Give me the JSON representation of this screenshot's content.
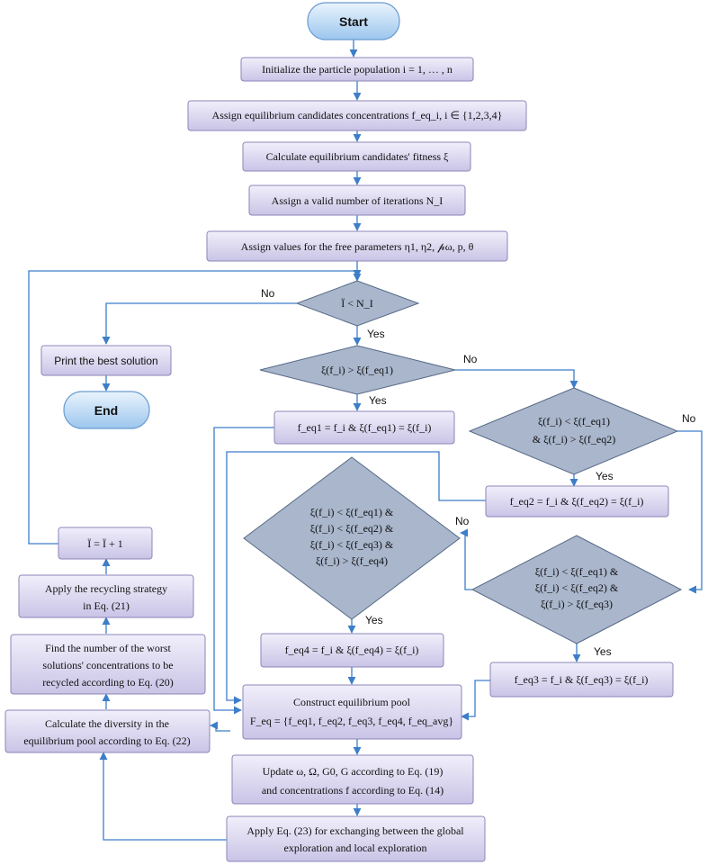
{
  "nodes": {
    "start": "Start",
    "init": "Initialize the particle population i = 1, … , n",
    "assign_conc": "Assign equilibrium candidates concentrations f_eq_i, i ∈ {1,2,3,4}",
    "calc_fitness": "Calculate equilibrium candidates' fitness ξ",
    "assign_iter": "Assign a valid number of iterations N_I",
    "assign_params": "Assign values for the free parameters η1, η2, 𝓅ω, p, θ",
    "cond_iter": "Ï < N_I",
    "print_best": "Print the best solution",
    "end": "End",
    "cond1": "ξ(f_i) > ξ(f_eq1)",
    "set_eq1": "f_eq1 = f_i & ξ(f_eq1) = ξ(f_i)",
    "cond2_l1": "ξ(f_i) < ξ(f_eq1)",
    "cond2_l2": "& ξ(f_i) > ξ(f_eq2)",
    "set_eq2": "f_eq2 = f_i & ξ(f_eq2) = ξ(f_i)",
    "cond4_l1": "ξ(f_i) < ξ(f_eq1) &",
    "cond4_l2": "ξ(f_i) < ξ(f_eq2) &",
    "cond4_l3": "ξ(f_i) < ξ(f_eq3) &",
    "cond4_l4": "ξ(f_i) > ξ(f_eq4)",
    "cond3_l1": "ξ(f_i) < ξ(f_eq1) &",
    "cond3_l2": "ξ(f_i) < ξ(f_eq2) &",
    "cond3_l3": "ξ(f_i) > ξ(f_eq3)",
    "set_eq4": "f_eq4 = f_i & ξ(f_eq4) = ξ(f_i)",
    "set_eq3": "f_eq3 = f_i & ξ(f_eq3) = ξ(f_i)",
    "pool_l1": "Construct equilibrium pool",
    "pool_l2": "F_eq = {f_eq1, f_eq2, f_eq3, f_eq4, f_eq_avg}",
    "update_l1": "Update ω, Ω, G0, G according to Eq. (19)",
    "update_l2": "and concentrations f according to Eq. (14)",
    "apply23_l1": "Apply Eq. (23) for exchanging between the global",
    "apply23_l2": "exploration and local exploration",
    "diversity_l1": "Calculate the diversity in the",
    "diversity_l2": "equilibrium pool according to Eq. (22)",
    "worst_l1": "Find the number of the worst",
    "worst_l2": "solutions' concentrations to be",
    "worst_l3": "recycled according to Eq. (20)",
    "recycle_l1": "Apply the recycling strategy",
    "recycle_l2": "in Eq. (21)",
    "increment": "Ï = Ï + 1"
  },
  "edge_labels": {
    "iter_no": "No",
    "iter_yes": "Yes",
    "c1_no": "No",
    "c1_yes": "Yes",
    "c2_no": "No",
    "c2_yes": "Yes",
    "c4_no": "No",
    "c4_yes": "Yes",
    "c3_yes": "Yes"
  }
}
